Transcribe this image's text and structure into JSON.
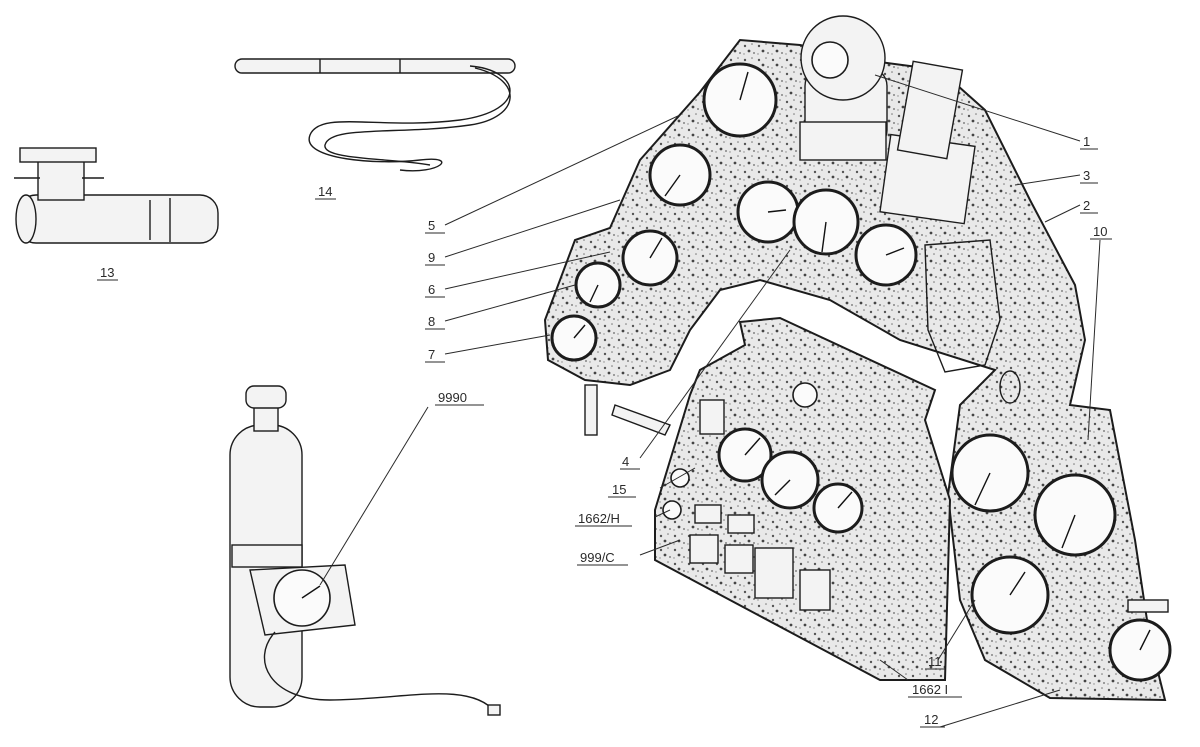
{
  "callouts": [
    {
      "id": "c1",
      "text": "1"
    },
    {
      "id": "c3",
      "text": "3"
    },
    {
      "id": "c2",
      "text": "2"
    },
    {
      "id": "c10",
      "text": "10"
    },
    {
      "id": "c5",
      "text": "5"
    },
    {
      "id": "c9",
      "text": "9"
    },
    {
      "id": "c6",
      "text": "6"
    },
    {
      "id": "c8",
      "text": "8"
    },
    {
      "id": "c7",
      "text": "7"
    },
    {
      "id": "c4",
      "text": "4"
    },
    {
      "id": "c15",
      "text": "15"
    },
    {
      "id": "c1662h",
      "text": "1662/H"
    },
    {
      "id": "c999c",
      "text": "999/C"
    },
    {
      "id": "c9990",
      "text": "9990"
    },
    {
      "id": "c11",
      "text": "11"
    },
    {
      "id": "c1662i",
      "text": "1662 I"
    },
    {
      "id": "c12",
      "text": "12"
    },
    {
      "id": "c13",
      "text": "13"
    },
    {
      "id": "c14",
      "text": "14"
    }
  ]
}
